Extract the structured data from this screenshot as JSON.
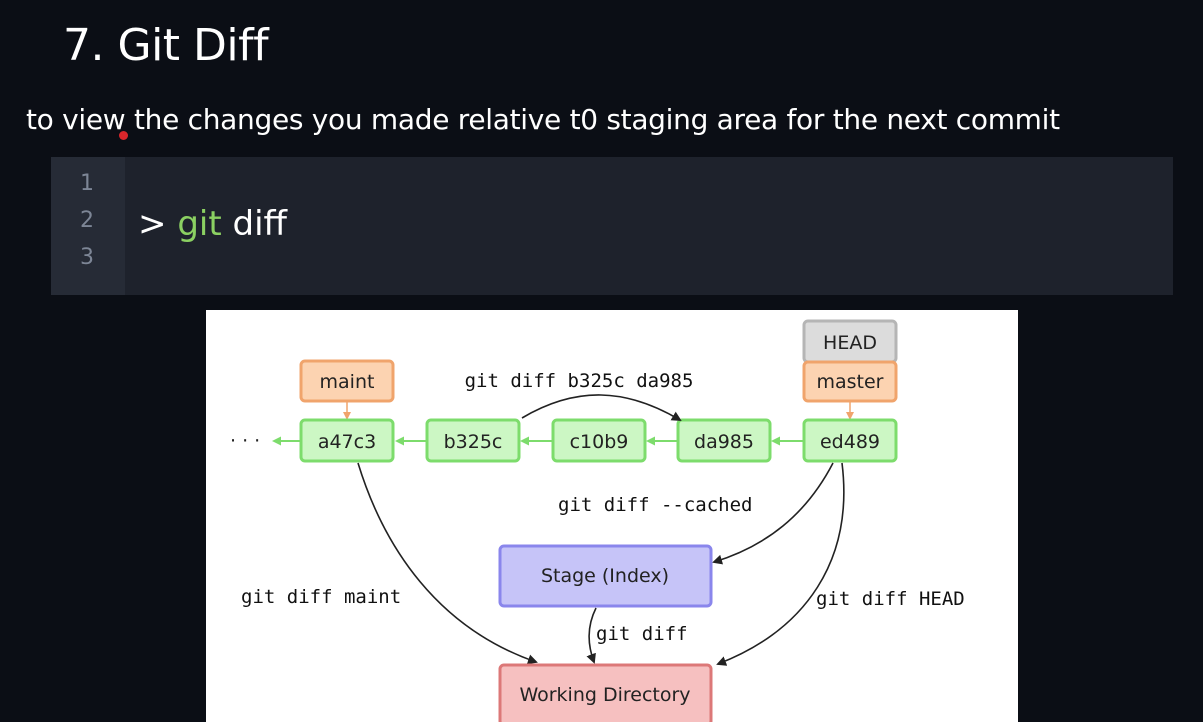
{
  "slide": {
    "title": "7. Git Diff",
    "subtitle": "to view the changes you made relative t0 staging area for the next commit"
  },
  "code": {
    "line_numbers": [
      "1",
      "2",
      "3"
    ],
    "prompt": ">",
    "command": "git",
    "argument": "diff"
  },
  "diagram": {
    "head_label": "HEAD",
    "branches": {
      "maint": "maint",
      "master": "master"
    },
    "ellipsis": "· · ·",
    "commits": [
      "a47c3",
      "b325c",
      "c10b9",
      "da985",
      "ed489"
    ],
    "stage_label": "Stage (Index)",
    "working_label": "Working Directory",
    "commands": {
      "diff_commits": "git diff b325c da985",
      "diff_cached": "git diff --cached",
      "diff_maint": "git diff maint",
      "diff_head": "git diff HEAD",
      "diff_plain": "git diff"
    }
  },
  "colors": {
    "background": "#0b0e15",
    "code_bg": "#1e222c",
    "command_green": "#8bd062",
    "branch_fill": "#fcd3b1",
    "branch_border": "#f0a46c",
    "commit_fill": "#ccf7c4",
    "commit_border": "#7ddc6c",
    "head_fill": "#dcdcdc",
    "head_border": "#b5b5b5",
    "stage_fill": "#c6c4f8",
    "stage_border": "#8a86ec",
    "working_fill": "#f6c0c0",
    "working_border": "#dc7878"
  }
}
